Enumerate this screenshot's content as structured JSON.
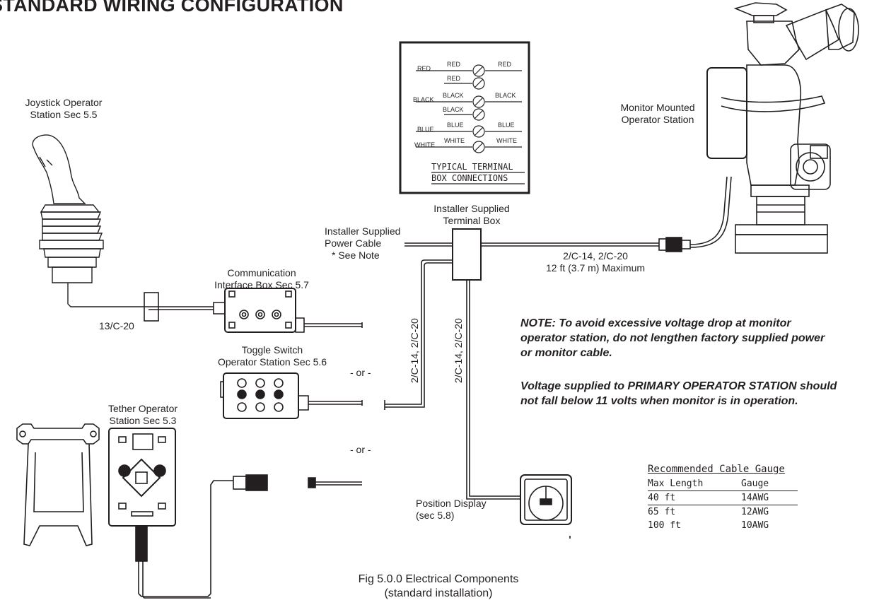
{
  "title": "STANDARD WIRING CONFIGURATION",
  "labels": {
    "joystick_line1": "Joystick Operator",
    "joystick_line2": "Station Sec 5.5",
    "monitor_line1": "Monitor Mounted",
    "monitor_line2": "Operator Station",
    "comm_line1": "Communication",
    "comm_line2": "Interface Box Sec 5.7",
    "toggle_line1": "Toggle Switch",
    "toggle_line2": "Operator Station Sec 5.6",
    "tether_line1": "Tether Operator",
    "tether_line2": "Station Sec 5.3",
    "terminal_line1": "Installer Supplied",
    "terminal_line2": "Terminal Box",
    "power_line1": "Installer Supplied",
    "power_line2": "Power Cable",
    "see_note": "* See Note",
    "position_line1": "Position Display",
    "position_line2": "(sec 5.8)",
    "cable_13c": "13/C-20",
    "cable_monitor_line1": "2/C-14, 2/C-20",
    "cable_monitor_line2": "12 ft (3.7 m) Maximum",
    "vert_cable_left": "2/C-14, 2/C-20",
    "vert_cable_right": "2/C-14, 2/C-20",
    "or_1": "- or -",
    "or_2": "- or -",
    "fig_line1": "Fig 5.0.0 Electrical Components",
    "fig_line2": "(standard installation)"
  },
  "notes": {
    "note1_line1": "NOTE:  To avoid excessive voltage drop at monitor",
    "note1_line2": "operator station, do not lengthen factory supplied power",
    "note1_line3": "or monitor cable.",
    "note2_line1": "Voltage supplied to PRIMARY OPERATOR STATION should",
    "note2_line2": "not fall below 11 volts when monitor is in operation."
  },
  "terminal_box_inset": {
    "rows": [
      {
        "left": "RED",
        "mid": "RED",
        "right": "RED"
      },
      {
        "left": "",
        "mid": "RED",
        "right": ""
      },
      {
        "left": "BLACK",
        "mid": "BLACK",
        "right": "BLACK"
      },
      {
        "left": "",
        "mid": "BLACK",
        "right": ""
      },
      {
        "left": "BLUE",
        "mid": "BLUE",
        "right": "BLUE"
      },
      {
        "left": "WHITE",
        "mid": "WHITE",
        "right": "WHITE"
      }
    ],
    "caption_line1": "TYPICAL  TERMINAL",
    "caption_line2": "BOX  CONNECTIONS"
  },
  "cable_gauge_table": {
    "title": "Recommended  Cable  Gauge",
    "headers": [
      "Max Length",
      "Gauge"
    ],
    "rows": [
      [
        "40  ft",
        "14AWG"
      ],
      [
        "65  ft",
        "12AWG"
      ],
      [
        "100  ft",
        "10AWG"
      ]
    ]
  }
}
